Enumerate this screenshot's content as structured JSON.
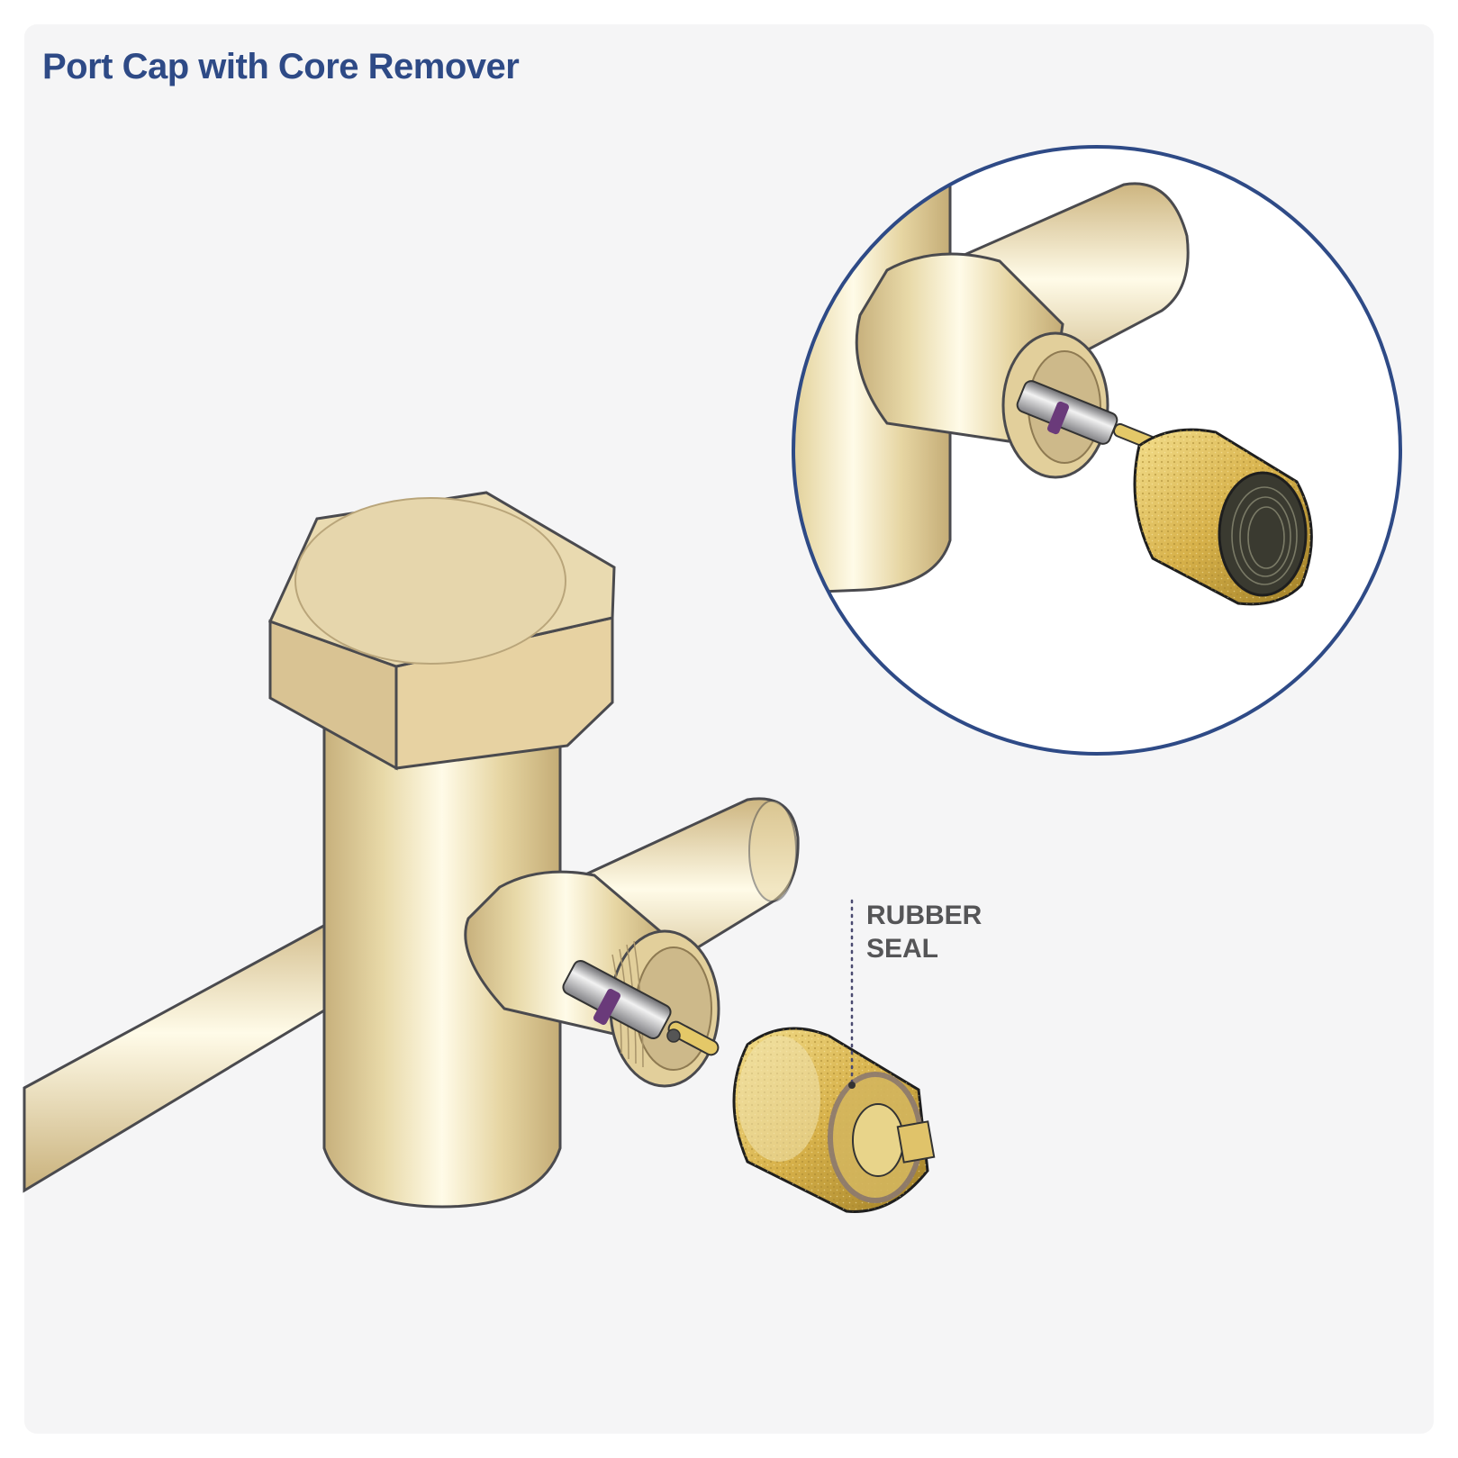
{
  "title": "Port Cap with Core Remover",
  "callout": {
    "label_lines": [
      "RUBBER",
      "SEAL"
    ]
  },
  "colors": {
    "title": "#2e4a86",
    "label": "#555557",
    "background": "#f5f5f6",
    "brass_light": "#f6ecc8",
    "brass_mid": "#dcc996",
    "brass_dark": "#b8a06e",
    "cap_gold": "#d6b24a",
    "cap_dark": "#9a7a22",
    "outline": "#4a4a4e",
    "inset_ring": "#2e4a86",
    "seal_purple": "#6a3a7a"
  }
}
